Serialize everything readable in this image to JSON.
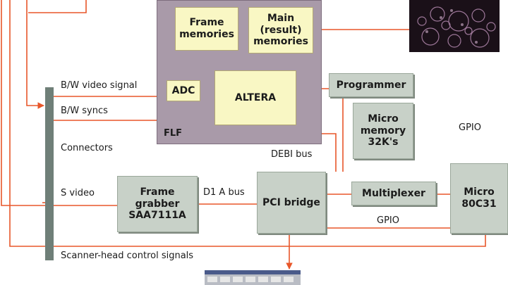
{
  "blocks": {
    "flf": "FLF",
    "frame_memories": "Frame memories",
    "main_memories": "Main (result) memories",
    "adc": "ADC",
    "altera": "ALTERA",
    "programmer": "Programmer",
    "micro_memory": "Micro memory 32K's",
    "frame_grabber": "Frame grabber SAA7111A",
    "pci_bridge": "PCI bridge",
    "multiplexer": "Multiplexer",
    "micro": "Micro 80C31"
  },
  "labels": {
    "bw_video": "B/W video signal",
    "bw_syncs": "B/W syncs",
    "connectors": "Connectors",
    "s_video": "S video",
    "d1a_bus": "D1 A bus",
    "debi_bus": "DEBI bus",
    "gpio_top": "GPIO",
    "gpio_bottom": "GPIO",
    "scanner": "Scanner-head control signals"
  },
  "colors": {
    "wire": "#e8572a",
    "flf_panel": "#a99aa9",
    "yellow_box": "#f9f7c4",
    "gray_box": "#c8d1c8",
    "bar": "#6f7f78"
  }
}
